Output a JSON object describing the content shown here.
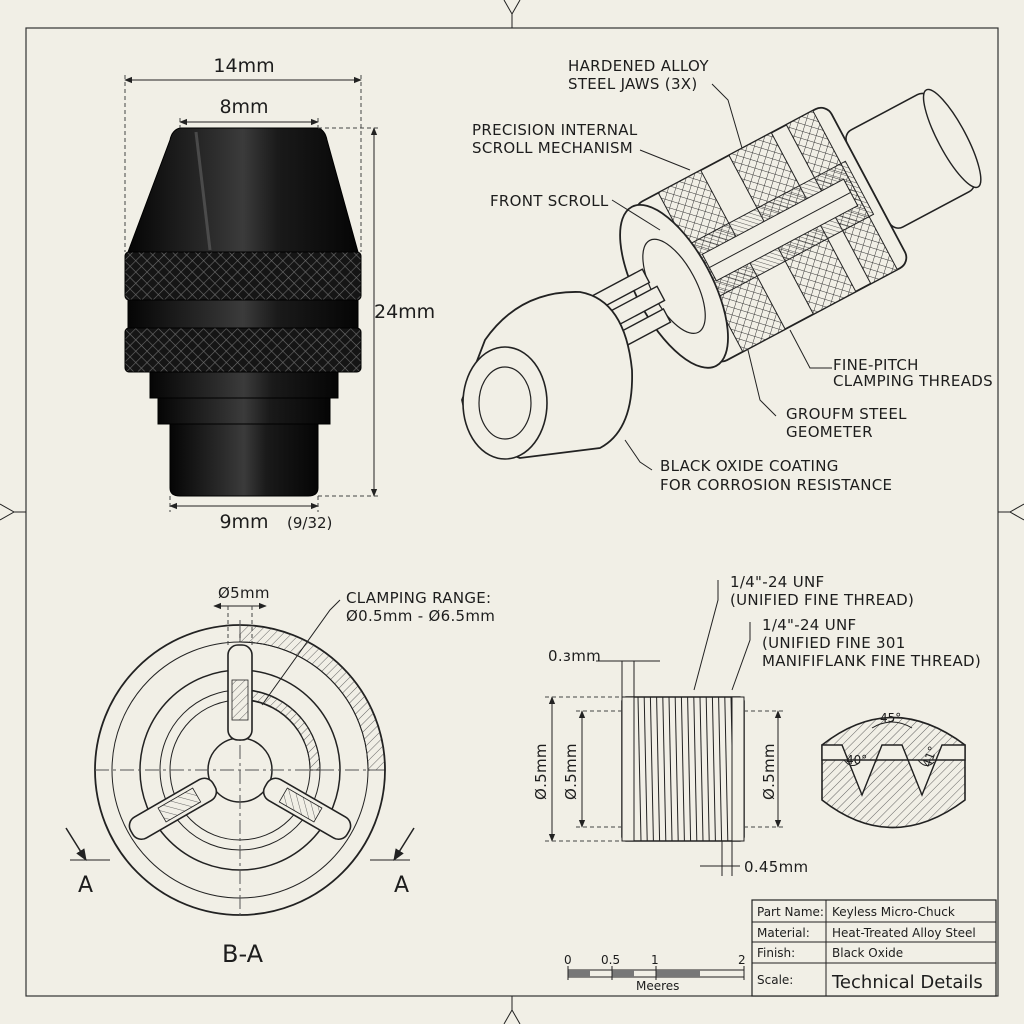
{
  "dimensions": {
    "overall_width": "14mm",
    "nose_width": "8mm",
    "height": "24mm",
    "shank_width": "9mm",
    "shank_width_imperial": "(9/32)"
  },
  "callouts": {
    "jaws": [
      "HARDENED ALLOY",
      "STEEL JAWS (3X)"
    ],
    "scroll": [
      "PRECISION INTERNAL",
      "SCROLL MECHANISM"
    ],
    "front_scroll": "FRONT SCROLL",
    "threads": [
      "FINE-PITCH",
      "CLAMPING THREADS"
    ],
    "steel": [
      "GROUFM STEEL",
      "GEOMETER"
    ],
    "coating": [
      "BLACK OXIDE COATING",
      "FOR CORROSION RESISTANCE"
    ]
  },
  "section_view": {
    "bore": "Ø5mm",
    "clamping_range": [
      "CLAMPING RANGE:",
      "Ø0.5mm - Ø6.5mm"
    ],
    "cut_left": "A",
    "cut_right": "A",
    "title": "B-A"
  },
  "thread_detail": {
    "spec_1": [
      "1/4\"-24 UNF",
      "(UNIFIED FINE THREAD)"
    ],
    "spec_2": [
      "1/4\"-24 UNF",
      "(UNIFIED FINE 301",
      "MANIFIFLANK FINE THREAD)"
    ],
    "pitch_top": "0.ɜmm",
    "dia_left_1": "Ø.5mm",
    "dia_left_2": "Ø.5mm",
    "dia_right": "Ø.5mm",
    "pitch_bottom": "0.45mm",
    "angle_top": "45°",
    "angle_left": "40°",
    "angle_right": "41°"
  },
  "scale_bar": {
    "ticks": [
      "0",
      "0.5",
      "1",
      "2"
    ],
    "unit": "Meeres"
  },
  "title_block": {
    "rows": [
      {
        "label": "Part Name:",
        "value": "Keyless Micro-Chuck"
      },
      {
        "label": "Material:",
        "value": "Heat-Treated Alloy Steel"
      },
      {
        "label": "Finish:",
        "value": "Black Oxide"
      },
      {
        "label": "Scale:",
        "value": "Technical Details"
      }
    ]
  },
  "colors": {
    "paper": "#f1efe6",
    "ink": "#1d1d1d",
    "metal_dark": "#0e0e0e"
  }
}
